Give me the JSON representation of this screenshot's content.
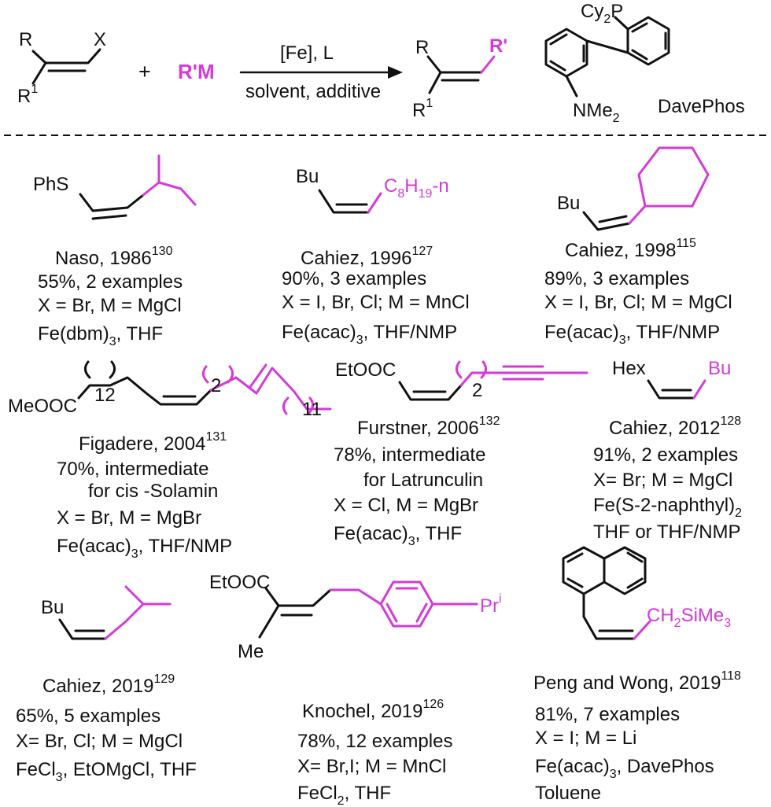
{
  "colors": {
    "accent": "#d43ad8",
    "ink": "#111111"
  },
  "header": {
    "reactant_r": "R",
    "reactant_r1": "R",
    "reactant_r1_sup": "1",
    "reactant_x": "X",
    "plus": "+",
    "reagent": "R'M",
    "cond_top": "[Fe], L",
    "cond_bottom": "solvent, additive",
    "product_r": "R",
    "product_r1": "R",
    "product_r1_sup": "1",
    "product_rprime": "R'",
    "ligand_pcy": "Cy",
    "ligand_pcy_sub": "2",
    "ligand_pcy_p": "P",
    "ligand_nme": "NMe",
    "ligand_nme_sub": "2",
    "ligand_name": "DavePhos"
  },
  "entries": [
    {
      "group": "PhS",
      "author": "Naso, 1986",
      "ref": "130",
      "yield": "55%, 2 examples",
      "conditions": "X = Br, M = MgCl",
      "catalyst": "Fe(dbm)",
      "catalyst_sub": "3",
      "catalyst_rest": ", THF"
    },
    {
      "group": "Bu",
      "group_m": "C",
      "group_m_sub": "8",
      "group_m_mid": "H",
      "group_m_sub2": "19",
      "group_m_end": "-n",
      "author": "Cahiez, 1996",
      "ref": "127",
      "yield": "90%, 3 examples",
      "conditions": "X = I, Br, Cl; M = MnCl",
      "catalyst": "Fe(acac)",
      "catalyst_sub": "3",
      "catalyst_rest": ", THF/NMP"
    },
    {
      "group": "Bu",
      "author": "Cahiez, 1998",
      "ref": "115",
      "yield": "89%, 3 examples",
      "conditions": "X = I, Br, Cl; M = MgCl",
      "catalyst": "Fe(acac)",
      "catalyst_sub": "3",
      "catalyst_rest": ", THF/NMP"
    },
    {
      "group": "MeOOC",
      "n1": "12",
      "n2": "2",
      "n3": "11",
      "author": "Figadere, 2004",
      "ref": "131",
      "yield": "70%, intermediate",
      "yield_2": "for cis -Solamin",
      "conditions": "X = Br, M = MgBr",
      "catalyst": "Fe(acac)",
      "catalyst_sub": "3",
      "catalyst_rest": ", THF/NMP"
    },
    {
      "group": "EtOOC",
      "n1": "2",
      "author": "Furstner, 2006",
      "ref": "132",
      "yield": "78%, intermediate",
      "yield_2": "for Latrunculin",
      "conditions": "X = Cl, M = MgBr",
      "catalyst": "Fe(acac)",
      "catalyst_sub": "3",
      "catalyst_rest": ", THF"
    },
    {
      "group": "Hex",
      "group_m": "Bu",
      "author": "Cahiez, 2012",
      "ref": "128",
      "yield": "91%, 2 examples",
      "conditions": "X= Br; M = MgCl",
      "catalyst": "Fe(S-2-naphthyl)",
      "catalyst_sub": "2",
      "catalyst_line2": "THF or THF/NMP"
    },
    {
      "group": "Bu",
      "author": "Cahiez, 2019",
      "ref": "129",
      "yield": "65%, 5 examples",
      "conditions": "X= Br, Cl; M = MgCl",
      "catalyst": "FeCl",
      "catalyst_sub": "3",
      "catalyst_rest": ", EtOMgCl, THF"
    },
    {
      "group": "EtOOC",
      "group_2": "Me",
      "group_m": "Pr",
      "group_m_sup": "i",
      "author": "Knochel, 2019",
      "ref": "126",
      "yield": "78%, 12 examples",
      "conditions": "X= Br,I; M = MnCl",
      "catalyst": "FeCl",
      "catalyst_sub": "2",
      "catalyst_rest": ", THF"
    },
    {
      "group_m": "CH",
      "group_m_sub": "2",
      "group_m_end": "SiMe",
      "group_m_sub2": "3",
      "author": "Peng and Wong, 2019",
      "ref": "118",
      "yield": "81%, 7 examples",
      "conditions": "X = I; M = Li",
      "catalyst": "Fe(acac)",
      "catalyst_sub": "3",
      "catalyst_rest": ", DavePhos",
      "catalyst_line2": "Toluene"
    }
  ]
}
